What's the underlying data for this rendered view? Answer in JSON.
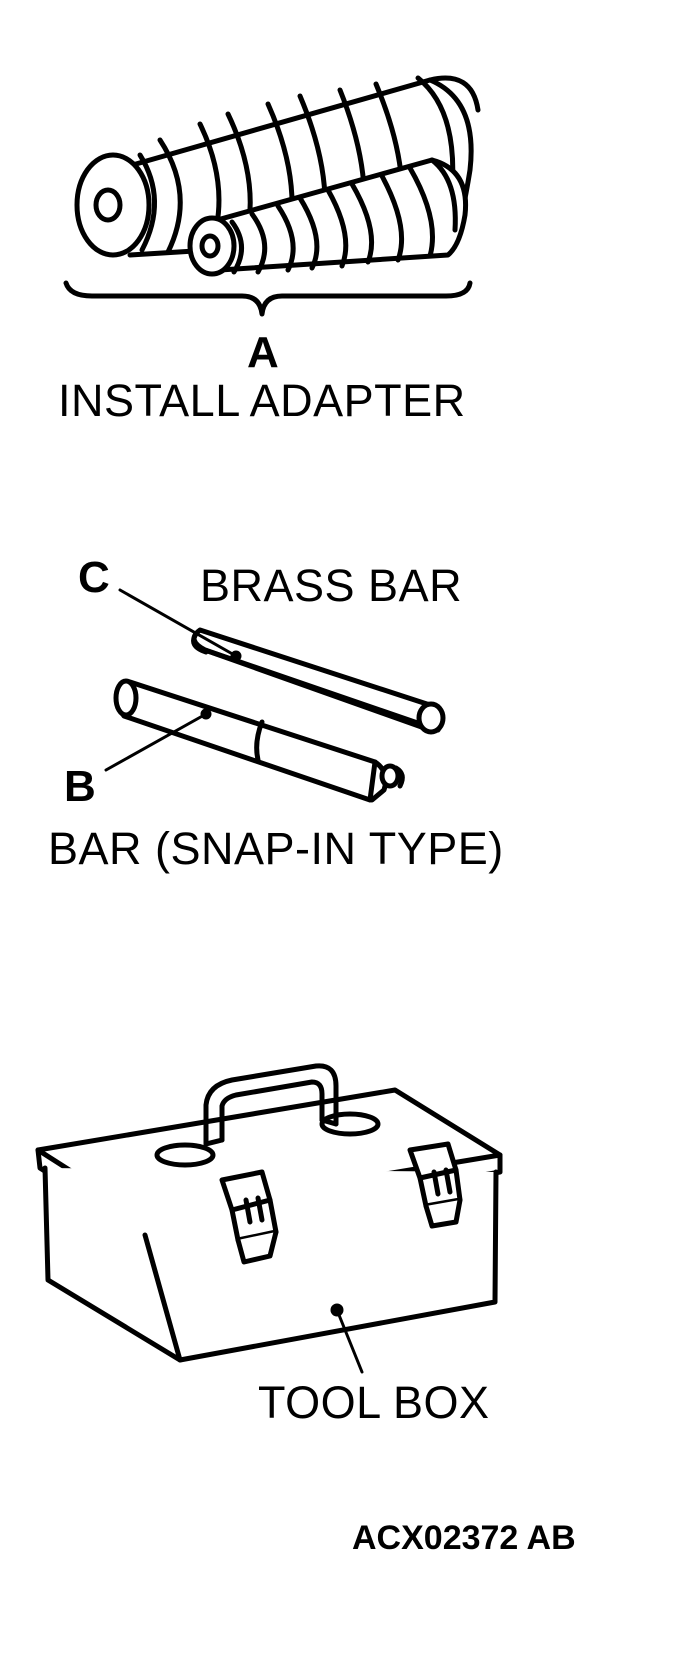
{
  "items": {
    "install_adapter": {
      "letter": "A",
      "caption": "INSTALL ADAPTER"
    },
    "brass_bar": {
      "letter": "C",
      "caption": "BRASS BAR"
    },
    "snap_in_bar": {
      "letter": "B",
      "caption": "BAR (SNAP-IN TYPE)"
    },
    "tool_box": {
      "caption": "TOOL BOX"
    }
  },
  "figure_code": "ACX02372  AB",
  "colors": {
    "ink": "#000000",
    "paper": "#ffffff"
  }
}
